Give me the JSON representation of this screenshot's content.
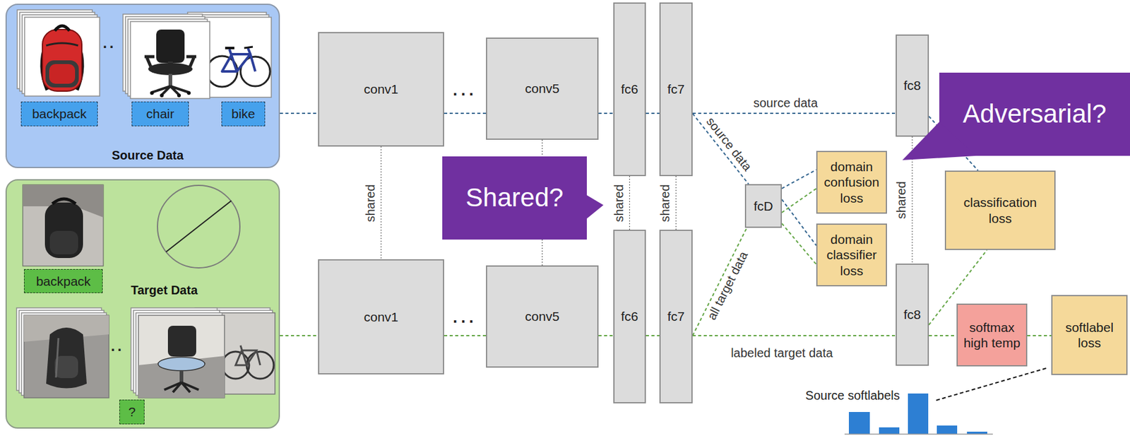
{
  "diagram": {
    "nodes": [
      {
        "text": [
          "Source Data"
        ]
      },
      {
        "text": [
          "backpack"
        ],
        "in": 0
      },
      {
        "text": [
          "chair"
        ],
        "in": 0
      },
      {
        "text": [
          "bike"
        ],
        "in": 0
      },
      {
        "text": [
          "Target Data"
        ]
      },
      {
        "text": [
          "backpack"
        ],
        "in": 4
      },
      {
        "text": [
          "?"
        ],
        "in": 4
      },
      {
        "text": [
          "conv1"
        ]
      },
      {
        "text": [
          "conv5"
        ]
      },
      {
        "text": [
          "fc6"
        ]
      },
      {
        "text": [
          "fc7"
        ]
      },
      {
        "text": [
          "fc8"
        ]
      },
      {
        "text": [
          "Adversarial?"
        ]
      },
      {
        "text": [
          "domain confusion loss"
        ]
      },
      {
        "text": [
          "fcD"
        ]
      },
      {
        "text": [
          "classification loss"
        ]
      },
      {
        "text": [
          "Shared?"
        ]
      },
      {
        "text": [
          "domain classifier loss"
        ]
      },
      {
        "text": [
          "conv1"
        ]
      },
      {
        "text": [
          "conv5"
        ]
      },
      {
        "text": [
          "fc6"
        ]
      },
      {
        "text": [
          "fc7"
        ]
      },
      {
        "text": [
          "fc8"
        ]
      },
      {
        "text": [
          "softmax high temp"
        ]
      },
      {
        "text": [
          "softlabel loss"
        ]
      }
    ],
    "edges": [
      {
        "from": 0,
        "to": 7,
        "arrow": "none"
      },
      {
        "from": 7,
        "to": 8,
        "arrow": "none"
      },
      {
        "from": 8,
        "to": 9,
        "arrow": "none"
      },
      {
        "from": 9,
        "to": 10,
        "arrow": "none"
      },
      {
        "from": 10,
        "to": 11,
        "arrow": "none",
        "label": "source data"
      },
      {
        "from": 10,
        "to": 14,
        "arrow": "none",
        "label": "source data"
      },
      {
        "from": 14,
        "to": 13,
        "arrow": "none"
      },
      {
        "from": 14,
        "to": 17,
        "arrow": "none"
      },
      {
        "from": 11,
        "to": 15,
        "arrow": "none"
      },
      {
        "from": 4,
        "to": 18,
        "arrow": "none"
      },
      {
        "from": 18,
        "to": 19,
        "arrow": "none"
      },
      {
        "from": 19,
        "to": 20,
        "arrow": "none"
      },
      {
        "from": 20,
        "to": 21,
        "arrow": "none"
      },
      {
        "from": 21,
        "to": 22,
        "arrow": "none",
        "label": "labeled target data"
      },
      {
        "from": 21,
        "to": 14,
        "arrow": "none",
        "label": "all target data"
      },
      {
        "from": 14,
        "to": 13,
        "arrow": "none"
      },
      {
        "from": 14,
        "to": 17,
        "arrow": "none"
      },
      {
        "from": 22,
        "to": 15,
        "arrow": "none"
      },
      {
        "from": 22,
        "to": 23,
        "arrow": "none"
      },
      {
        "from": 23,
        "to": 24,
        "arrow": "none"
      },
      {
        "from": 7,
        "to": 18,
        "arrow": "none",
        "label": "shared"
      },
      {
        "from": 8,
        "to": 19,
        "arrow": "none"
      },
      {
        "from": 9,
        "to": 20,
        "arrow": "none",
        "label": "shared"
      },
      {
        "from": 10,
        "to": 21,
        "arrow": "none",
        "label": "shared"
      },
      {
        "from": 11,
        "to": 22,
        "arrow": "none",
        "label": "shared"
      }
    ],
    "labels": [
      "..",
      "...",
      "...",
      "..",
      "Source softlabels"
    ]
  }
}
